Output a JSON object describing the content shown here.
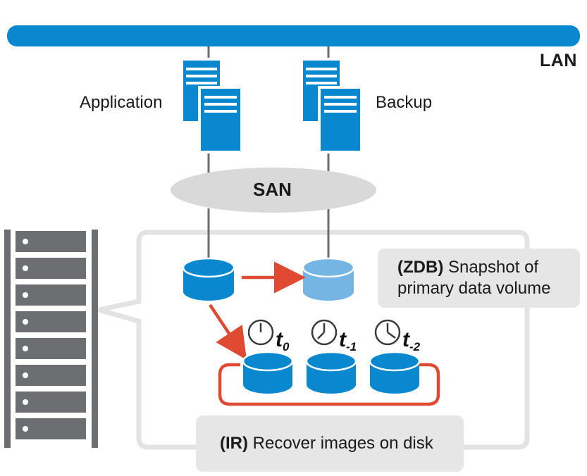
{
  "network": {
    "lan_label": "LAN",
    "san_label": "SAN"
  },
  "servers": {
    "application_label": "Application",
    "backup_label": "Backup"
  },
  "callouts": {
    "zdb_tag": "(ZDB)",
    "zdb_text_line1": " Snapshot of",
    "zdb_text_line2": "primary data volume",
    "ir_tag": "(IR)",
    "ir_text": " Recover images on disk"
  },
  "timepoints": [
    {
      "base": "t",
      "sub": "0"
    },
    {
      "base": "t",
      "sub": "-1"
    },
    {
      "base": "t",
      "sub": "-2"
    }
  ],
  "colors": {
    "lan_bar": "#0a88cf",
    "server": "#0a88cf",
    "disk_primary": "#0a88cf",
    "disk_snapshot": "#74b5e4",
    "arrow": "#e04a33",
    "san_cloud": "#d9d9d9",
    "rack": "#6d6e71",
    "frame": "#e3e3e3",
    "callout_bg": "#e6e6e6"
  },
  "icons": [
    "server-icon",
    "disk-icon",
    "clock-icon",
    "rack-icon"
  ]
}
